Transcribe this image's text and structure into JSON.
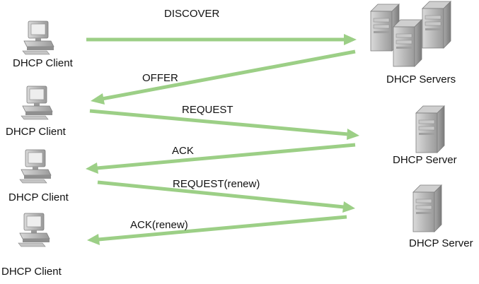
{
  "diagram": {
    "clients": [
      {
        "label": "DHCP Client"
      },
      {
        "label": "DHCP Client"
      },
      {
        "label": "DHCP Client"
      },
      {
        "label": "DHCP Client"
      }
    ],
    "servers": [
      {
        "label": "DHCP Servers"
      },
      {
        "label": "DHCP Server"
      },
      {
        "label": "DHCP Server"
      }
    ],
    "messages": [
      {
        "label": "DISCOVER",
        "direction": "client-to-server"
      },
      {
        "label": "OFFER",
        "direction": "server-to-client"
      },
      {
        "label": "REQUEST",
        "direction": "client-to-server"
      },
      {
        "label": "ACK",
        "direction": "server-to-client"
      },
      {
        "label": "REQUEST(renew)",
        "direction": "client-to-server"
      },
      {
        "label": "ACK(renew)",
        "direction": "server-to-client"
      }
    ],
    "colors": {
      "arrow": "#9ccf86",
      "device_body": "#b9b9b9",
      "device_shade": "#8f8f8f",
      "text": "#111111"
    }
  }
}
